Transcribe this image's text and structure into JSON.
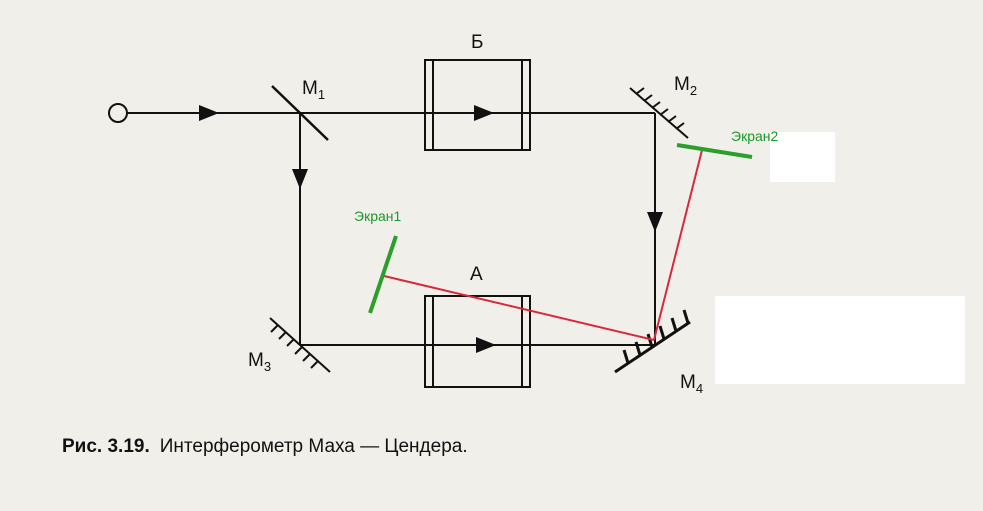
{
  "labels": {
    "m1": "M",
    "m1_sub": "1",
    "m2": "M",
    "m2_sub": "2",
    "m3": "M",
    "m3_sub": "3",
    "m4": "M",
    "m4_sub": "4",
    "box_top": "Б",
    "box_bottom": "А",
    "screen1": "Экран1",
    "screen2": "Экран2"
  },
  "caption": {
    "number": "Рис. 3.19.",
    "text": "Интерферометр Маха — Цендера."
  },
  "colors": {
    "beam": "#111111",
    "red_ray": "#d8283a",
    "screen": "#2aa02a"
  }
}
